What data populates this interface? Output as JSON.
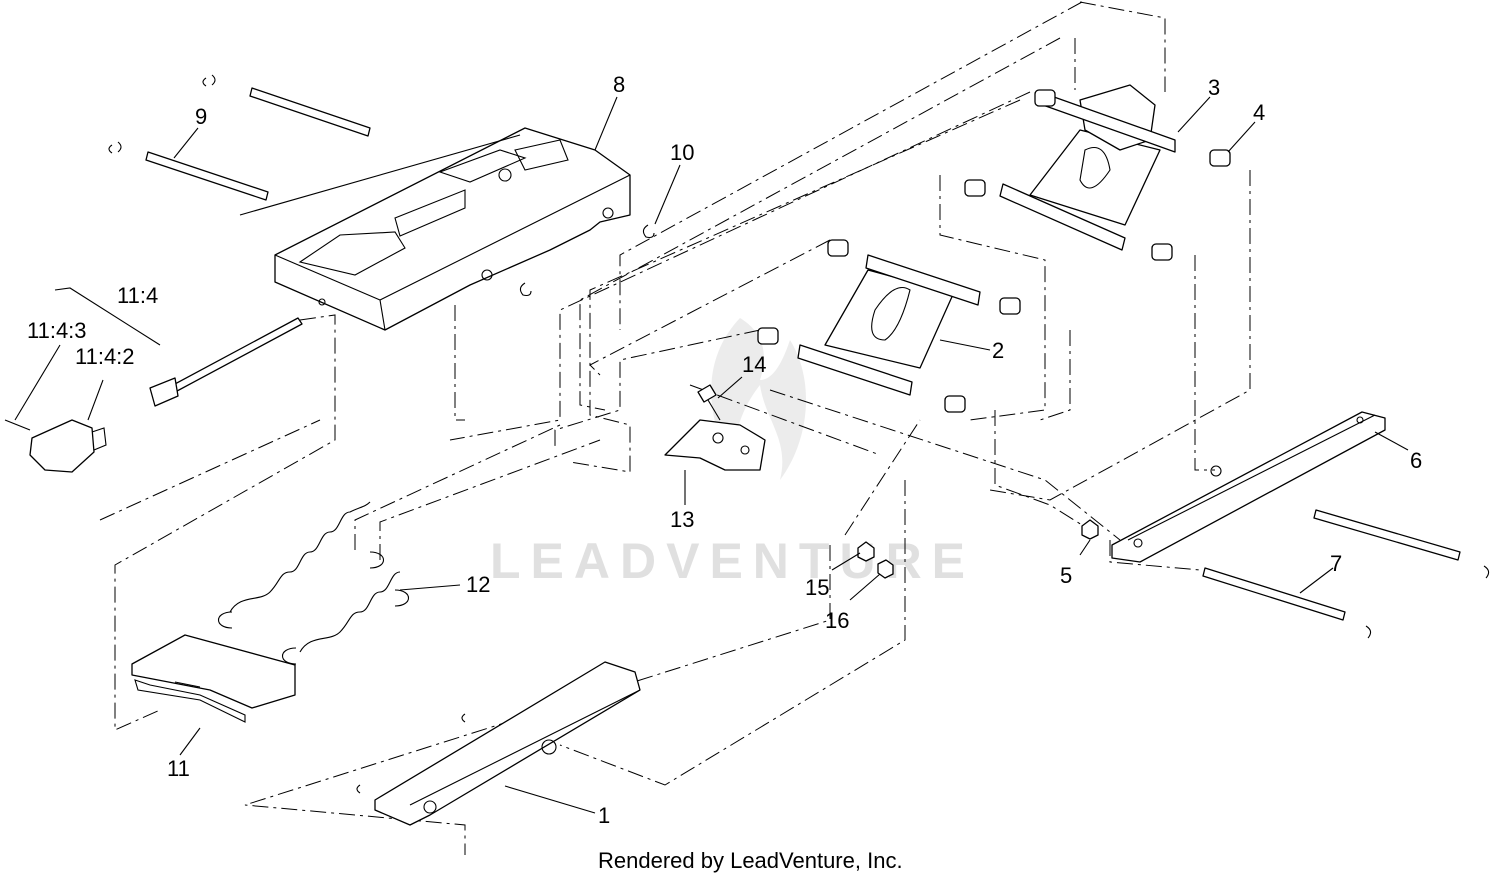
{
  "callouts": {
    "c1": "1",
    "c2": "2",
    "c3": "3",
    "c4": "4",
    "c5": "5",
    "c6": "6",
    "c7": "7",
    "c8": "8",
    "c9": "9",
    "c10": "10",
    "c11": "11",
    "c12": "12",
    "c13": "13",
    "c14": "14",
    "c15": "15",
    "c16": "16",
    "c11_4": "11:4",
    "c11_4_3": "11:4:3",
    "c11_4_2": "11:4:2"
  },
  "watermark": "LEADVENTURE",
  "footer": "Rendered by LeadVenture, Inc."
}
